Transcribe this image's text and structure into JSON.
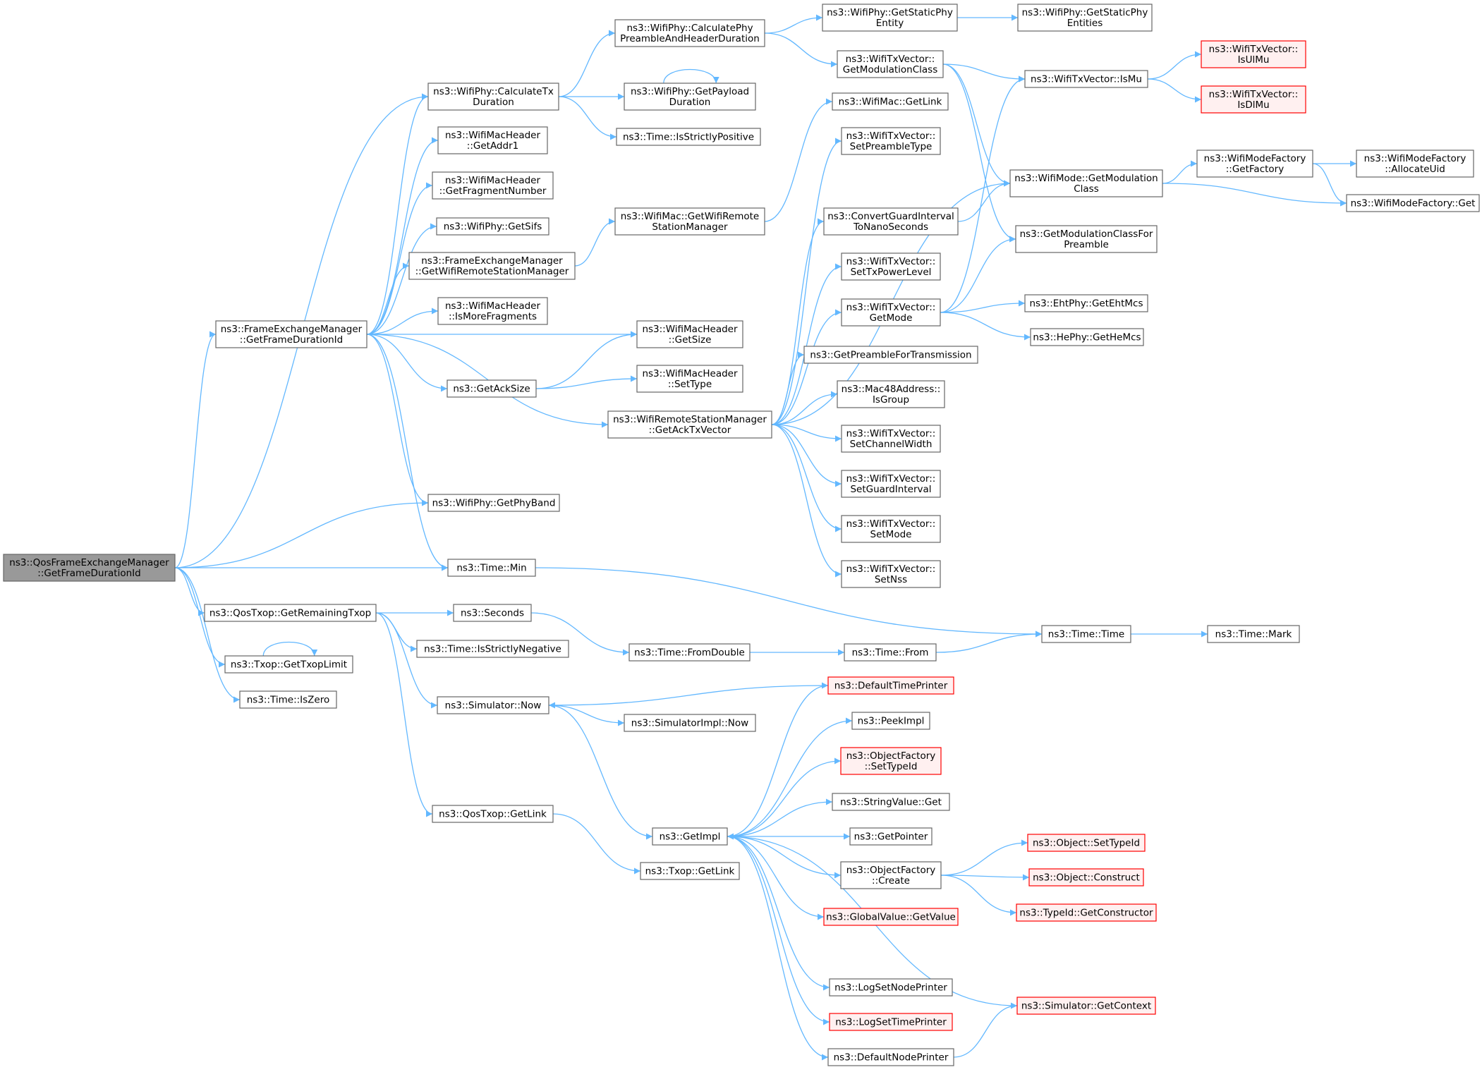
{
  "colors": {
    "edge": "#63b8ff",
    "node_border": "#666666",
    "node_fill": "#ffffff",
    "root_fill": "#999999",
    "external_border": "#ff0000",
    "external_fill": "#fff0f0"
  },
  "nodes": [
    {
      "id": "n0",
      "lines": [
        "ns3::QosFrameExchangeManager",
        "::GetFrameDurationId"
      ],
      "kind": "root"
    },
    {
      "id": "n1",
      "lines": [
        "ns3::WifiPhy::CalculateTx",
        "Duration"
      ],
      "kind": "normal"
    },
    {
      "id": "n2",
      "lines": [
        "ns3::FrameExchangeManager",
        "::GetFrameDurationId"
      ],
      "kind": "normal"
    },
    {
      "id": "n3",
      "lines": [
        "ns3::WifiPhy::GetPhyBand"
      ],
      "kind": "normal"
    },
    {
      "id": "n4",
      "lines": [
        "ns3::Time::Min"
      ],
      "kind": "normal"
    },
    {
      "id": "n5",
      "lines": [
        "ns3::QosTxop::GetRemainingTxop"
      ],
      "kind": "normal"
    },
    {
      "id": "n6",
      "lines": [
        "ns3::Txop::GetTxopLimit"
      ],
      "kind": "normal"
    },
    {
      "id": "n7",
      "lines": [
        "ns3::Time::IsZero"
      ],
      "kind": "normal"
    },
    {
      "id": "n8",
      "lines": [
        "ns3::WifiMacHeader",
        "::GetAddr1"
      ],
      "kind": "normal"
    },
    {
      "id": "n9",
      "lines": [
        "ns3::WifiMacHeader",
        "::GetFragmentNumber"
      ],
      "kind": "normal"
    },
    {
      "id": "n10",
      "lines": [
        "ns3::WifiPhy::GetSifs"
      ],
      "kind": "normal"
    },
    {
      "id": "n11",
      "lines": [
        "ns3::FrameExchangeManager",
        "::GetWifiRemoteStationManager"
      ],
      "kind": "normal"
    },
    {
      "id": "n12",
      "lines": [
        "ns3::WifiMacHeader",
        "::IsMoreFragments"
      ],
      "kind": "normal"
    },
    {
      "id": "n13",
      "lines": [
        "ns3::GetAckSize"
      ],
      "kind": "normal"
    },
    {
      "id": "n14",
      "lines": [
        "ns3::Time::IsStrictlyNegative"
      ],
      "kind": "normal"
    },
    {
      "id": "n15",
      "lines": [
        "ns3::Simulator::Now"
      ],
      "kind": "normal"
    },
    {
      "id": "n16",
      "lines": [
        "ns3::QosTxop::GetLink"
      ],
      "kind": "normal"
    },
    {
      "id": "n17",
      "lines": [
        "ns3::WifiPhy::CalculatePhy",
        "PreambleAndHeaderDuration"
      ],
      "kind": "normal"
    },
    {
      "id": "n18",
      "lines": [
        "ns3::WifiPhy::GetPayload",
        "Duration"
      ],
      "kind": "normal"
    },
    {
      "id": "n19",
      "lines": [
        "ns3::Time::IsStrictlyPositive"
      ],
      "kind": "normal"
    },
    {
      "id": "n20",
      "lines": [
        "ns3::WifiMac::GetWifiRemote",
        "StationManager"
      ],
      "kind": "normal"
    },
    {
      "id": "n21",
      "lines": [
        "ns3::WifiMacHeader",
        "::GetSize"
      ],
      "kind": "normal"
    },
    {
      "id": "n22",
      "lines": [
        "ns3::WifiMacHeader",
        "::SetType"
      ],
      "kind": "normal"
    },
    {
      "id": "n23",
      "lines": [
        "ns3::WifiRemoteStationManager",
        "::GetAckTxVector"
      ],
      "kind": "normal"
    },
    {
      "id": "n24",
      "lines": [
        "ns3::Seconds"
      ],
      "kind": "normal"
    },
    {
      "id": "n25",
      "lines": [
        "ns3::Time::FromDouble"
      ],
      "kind": "normal"
    },
    {
      "id": "n26",
      "lines": [
        "ns3::SimulatorImpl::Now"
      ],
      "kind": "normal"
    },
    {
      "id": "n27",
      "lines": [
        "ns3::GetImpl"
      ],
      "kind": "normal"
    },
    {
      "id": "n28",
      "lines": [
        "ns3::Txop::GetLink"
      ],
      "kind": "normal"
    },
    {
      "id": "n29",
      "lines": [
        "ns3::WifiPhy::GetStaticPhy",
        "Entity"
      ],
      "kind": "normal"
    },
    {
      "id": "n30",
      "lines": [
        "ns3::WifiTxVector::",
        "GetModulationClass"
      ],
      "kind": "normal"
    },
    {
      "id": "n31",
      "lines": [
        "ns3::WifiMac::GetLink"
      ],
      "kind": "normal"
    },
    {
      "id": "n32",
      "lines": [
        "ns3::WifiTxVector::",
        "SetPreambleType"
      ],
      "kind": "normal"
    },
    {
      "id": "n33",
      "lines": [
        "ns3::ConvertGuardInterval",
        "ToNanoSeconds"
      ],
      "kind": "normal"
    },
    {
      "id": "n34",
      "lines": [
        "ns3::WifiTxVector::",
        "SetTxPowerLevel"
      ],
      "kind": "normal"
    },
    {
      "id": "n35",
      "lines": [
        "ns3::WifiTxVector::",
        "GetMode"
      ],
      "kind": "normal"
    },
    {
      "id": "n36",
      "lines": [
        "ns3::GetPreambleForTransmission"
      ],
      "kind": "normal"
    },
    {
      "id": "n37",
      "lines": [
        "ns3::Mac48Address::",
        "IsGroup"
      ],
      "kind": "normal"
    },
    {
      "id": "n38",
      "lines": [
        "ns3::WifiTxVector::",
        "SetChannelWidth"
      ],
      "kind": "normal"
    },
    {
      "id": "n39",
      "lines": [
        "ns3::WifiTxVector::",
        "SetGuardInterval"
      ],
      "kind": "normal"
    },
    {
      "id": "n40",
      "lines": [
        "ns3::WifiTxVector::",
        "SetMode"
      ],
      "kind": "normal"
    },
    {
      "id": "n41",
      "lines": [
        "ns3::WifiTxVector::",
        "SetNss"
      ],
      "kind": "normal"
    },
    {
      "id": "n42",
      "lines": [
        "ns3::Time::From"
      ],
      "kind": "normal"
    },
    {
      "id": "n43",
      "lines": [
        "ns3::DefaultTimePrinter"
      ],
      "kind": "external"
    },
    {
      "id": "n44",
      "lines": [
        "ns3::PeekImpl"
      ],
      "kind": "normal"
    },
    {
      "id": "n45",
      "lines": [
        "ns3::ObjectFactory",
        "::SetTypeId"
      ],
      "kind": "external"
    },
    {
      "id": "n46",
      "lines": [
        "ns3::StringValue::Get"
      ],
      "kind": "normal"
    },
    {
      "id": "n47",
      "lines": [
        "ns3::GetPointer"
      ],
      "kind": "normal"
    },
    {
      "id": "n48",
      "lines": [
        "ns3::ObjectFactory",
        "::Create"
      ],
      "kind": "normal"
    },
    {
      "id": "n49",
      "lines": [
        "ns3::GlobalValue::GetValue"
      ],
      "kind": "external"
    },
    {
      "id": "n50",
      "lines": [
        "ns3::LogSetNodePrinter"
      ],
      "kind": "normal"
    },
    {
      "id": "n51",
      "lines": [
        "ns3::LogSetTimePrinter"
      ],
      "kind": "external"
    },
    {
      "id": "n52",
      "lines": [
        "ns3::DefaultNodePrinter"
      ],
      "kind": "normal"
    },
    {
      "id": "n53",
      "lines": [
        "ns3::WifiPhy::GetStaticPhy",
        "Entities"
      ],
      "kind": "normal"
    },
    {
      "id": "n54",
      "lines": [
        "ns3::WifiTxVector::IsMu"
      ],
      "kind": "normal"
    },
    {
      "id": "n55",
      "lines": [
        "ns3::WifiMode::GetModulation",
        "Class"
      ],
      "kind": "normal"
    },
    {
      "id": "n56",
      "lines": [
        "ns3::GetModulationClassFor",
        "Preamble"
      ],
      "kind": "normal"
    },
    {
      "id": "n57",
      "lines": [
        "ns3::EhtPhy::GetEhtMcs"
      ],
      "kind": "normal"
    },
    {
      "id": "n58",
      "lines": [
        "ns3::HePhy::GetHeMcs"
      ],
      "kind": "normal"
    },
    {
      "id": "n59",
      "lines": [
        "ns3::Time::Time"
      ],
      "kind": "normal"
    },
    {
      "id": "n60",
      "lines": [
        "ns3::Object::SetTypeId"
      ],
      "kind": "external"
    },
    {
      "id": "n61",
      "lines": [
        "ns3::Object::Construct"
      ],
      "kind": "external"
    },
    {
      "id": "n62",
      "lines": [
        "ns3::TypeId::GetConstructor"
      ],
      "kind": "external"
    },
    {
      "id": "n63",
      "lines": [
        "ns3::Simulator::GetContext"
      ],
      "kind": "external"
    },
    {
      "id": "n64",
      "lines": [
        "ns3::WifiTxVector::",
        "IsUlMu"
      ],
      "kind": "external"
    },
    {
      "id": "n65",
      "lines": [
        "ns3::WifiTxVector::",
        "IsDlMu"
      ],
      "kind": "external"
    },
    {
      "id": "n66",
      "lines": [
        "ns3::WifiModeFactory",
        "::GetFactory"
      ],
      "kind": "normal"
    },
    {
      "id": "n67",
      "lines": [
        "ns3::Time::Mark"
      ],
      "kind": "normal"
    },
    {
      "id": "n68",
      "lines": [
        "ns3::WifiModeFactory",
        "::AllocateUid"
      ],
      "kind": "normal"
    },
    {
      "id": "n69",
      "lines": [
        "ns3::WifiModeFactory::Get"
      ],
      "kind": "normal"
    }
  ],
  "edges": [
    [
      "n0",
      "n1"
    ],
    [
      "n0",
      "n2"
    ],
    [
      "n0",
      "n3"
    ],
    [
      "n0",
      "n4"
    ],
    [
      "n0",
      "n5"
    ],
    [
      "n0",
      "n6"
    ],
    [
      "n0",
      "n7"
    ],
    [
      "n2",
      "n1"
    ],
    [
      "n2",
      "n8"
    ],
    [
      "n2",
      "n9"
    ],
    [
      "n2",
      "n10"
    ],
    [
      "n2",
      "n11"
    ],
    [
      "n2",
      "n12"
    ],
    [
      "n2",
      "n21"
    ],
    [
      "n2",
      "n13"
    ],
    [
      "n2",
      "n23"
    ],
    [
      "n2",
      "n3"
    ],
    [
      "n2",
      "n4"
    ],
    [
      "n1",
      "n17"
    ],
    [
      "n1",
      "n18"
    ],
    [
      "n1",
      "n19"
    ],
    [
      "n17",
      "n29"
    ],
    [
      "n17",
      "n30"
    ],
    [
      "n29",
      "n53"
    ],
    [
      "n18",
      "n18"
    ],
    [
      "n6",
      "n6"
    ],
    [
      "n11",
      "n20"
    ],
    [
      "n20",
      "n31"
    ],
    [
      "n13",
      "n21"
    ],
    [
      "n13",
      "n22"
    ],
    [
      "n23",
      "n32"
    ],
    [
      "n23",
      "n55"
    ],
    [
      "n23",
      "n33"
    ],
    [
      "n23",
      "n34"
    ],
    [
      "n23",
      "n35"
    ],
    [
      "n23",
      "n36"
    ],
    [
      "n23",
      "n37"
    ],
    [
      "n23",
      "n38"
    ],
    [
      "n23",
      "n39"
    ],
    [
      "n23",
      "n40"
    ],
    [
      "n23",
      "n41"
    ],
    [
      "n30",
      "n54"
    ],
    [
      "n30",
      "n55"
    ],
    [
      "n30",
      "n56"
    ],
    [
      "n33",
      "n55"
    ],
    [
      "n35",
      "n54"
    ],
    [
      "n35",
      "n56"
    ],
    [
      "n35",
      "n57"
    ],
    [
      "n35",
      "n58"
    ],
    [
      "n54",
      "n64"
    ],
    [
      "n54",
      "n65"
    ],
    [
      "n55",
      "n66"
    ],
    [
      "n55",
      "n69"
    ],
    [
      "n66",
      "n68"
    ],
    [
      "n66",
      "n69"
    ],
    [
      "n4",
      "n59"
    ],
    [
      "n59",
      "n67"
    ],
    [
      "n5",
      "n24"
    ],
    [
      "n5",
      "n14"
    ],
    [
      "n5",
      "n15"
    ],
    [
      "n5",
      "n16"
    ],
    [
      "n24",
      "n25"
    ],
    [
      "n25",
      "n42"
    ],
    [
      "n42",
      "n59"
    ],
    [
      "n15",
      "n26"
    ],
    [
      "n15",
      "n27"
    ],
    [
      "n43",
      "n15"
    ],
    [
      "n16",
      "n28"
    ],
    [
      "n27",
      "n43"
    ],
    [
      "n27",
      "n44"
    ],
    [
      "n27",
      "n45"
    ],
    [
      "n27",
      "n46"
    ],
    [
      "n27",
      "n47"
    ],
    [
      "n27",
      "n48"
    ],
    [
      "n27",
      "n49"
    ],
    [
      "n27",
      "n50"
    ],
    [
      "n27",
      "n51"
    ],
    [
      "n27",
      "n52"
    ],
    [
      "n48",
      "n60"
    ],
    [
      "n48",
      "n61"
    ],
    [
      "n48",
      "n62"
    ],
    [
      "n52",
      "n63"
    ],
    [
      "n63",
      "n27"
    ]
  ]
}
